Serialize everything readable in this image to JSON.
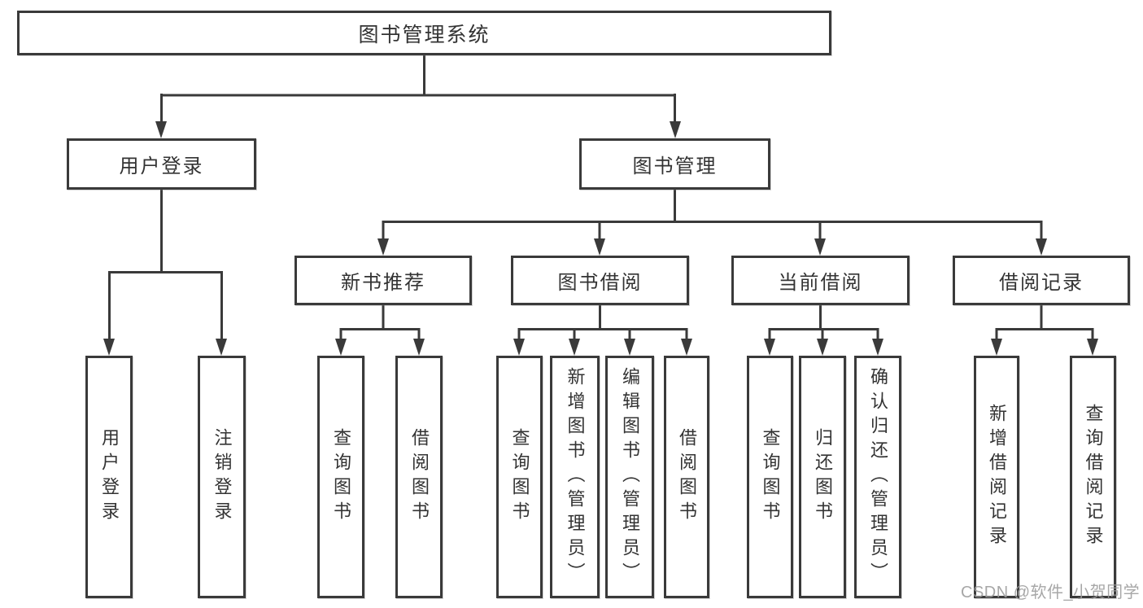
{
  "diagram": {
    "root": {
      "label": "图书管理系统"
    },
    "level2": [
      {
        "label": "用户登录"
      },
      {
        "label": "图书管理"
      }
    ],
    "level3": [
      {
        "label": "新书推荐"
      },
      {
        "label": "图书借阅"
      },
      {
        "label": "当前借阅"
      },
      {
        "label": "借阅记录"
      }
    ],
    "leaves": [
      {
        "label": "用户登录"
      },
      {
        "label": "注销登录"
      },
      {
        "label": "查询图书"
      },
      {
        "label": "借阅图书"
      },
      {
        "label": "查询图书"
      },
      {
        "label": "新增图书（管理员）"
      },
      {
        "label": "编辑图书（管理员）"
      },
      {
        "label": "借阅图书"
      },
      {
        "label": "查询图书"
      },
      {
        "label": "归还图书"
      },
      {
        "label": "确认归还（管理员）"
      },
      {
        "label": "新增借阅记录"
      },
      {
        "label": "查询借阅记录"
      }
    ]
  },
  "watermark": {
    "text": "CSDN @软件_小贺同学"
  },
  "colors": {
    "line": "#3a3a3a",
    "text": "#333333",
    "background": "#ffffff",
    "box_fill": "#ffffff",
    "watermark": "#9b9b9b"
  }
}
